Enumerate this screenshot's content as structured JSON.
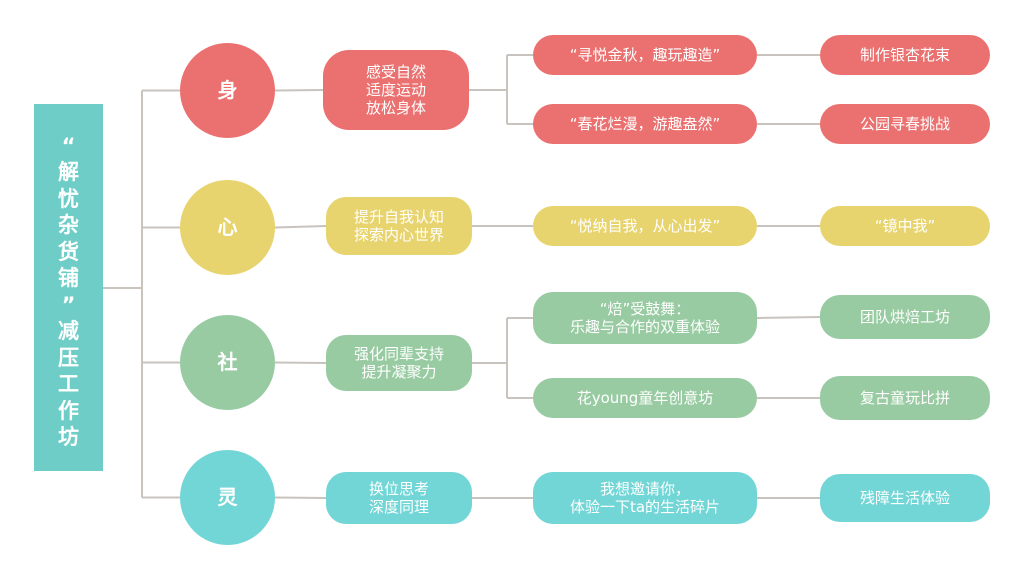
{
  "title": "“解忧杂货铺”减压工作坊",
  "title_chars": [
    "“",
    "解",
    "忧",
    "杂",
    "货",
    "铺",
    "”",
    "减",
    "压",
    "工",
    "作",
    "坊"
  ],
  "colors": {
    "root": "#6ecdc6",
    "line": "#c9c3bd",
    "body": "#eb7170",
    "mind": "#e8d46e",
    "social": "#98cba2",
    "spirit": "#72d5d6"
  },
  "branches": [
    {
      "key": "body",
      "label": "身",
      "goal": [
        "感受自然",
        "适度运动",
        "放松身体"
      ],
      "activities": [
        {
          "theme": [
            "“寻悦金秋，趣玩趣造”"
          ],
          "task": "制作银杏花束"
        },
        {
          "theme": [
            "“春花烂漫，游趣盎然”"
          ],
          "task": "公园寻春挑战"
        }
      ]
    },
    {
      "key": "mind",
      "label": "心",
      "goal": [
        "提升自我认知",
        "探索内心世界"
      ],
      "activities": [
        {
          "theme": [
            "“悦纳自我，从心出发”"
          ],
          "task": "“镜中我”"
        }
      ]
    },
    {
      "key": "social",
      "label": "社",
      "goal": [
        "强化同辈支持",
        "提升凝聚力"
      ],
      "activities": [
        {
          "theme": [
            "“焙”受鼓舞：",
            "乐趣与合作的双重体验"
          ],
          "task": "团队烘焙工坊"
        },
        {
          "theme": [
            "花young童年创意坊"
          ],
          "task": "复古童玩比拼"
        }
      ]
    },
    {
      "key": "spirit",
      "label": "灵",
      "goal": [
        "换位思考",
        "深度同理"
      ],
      "activities": [
        {
          "theme": [
            "我想邀请你，",
            "体验一下ta的生活碎片"
          ],
          "task": "残障生活体验"
        }
      ]
    }
  ]
}
